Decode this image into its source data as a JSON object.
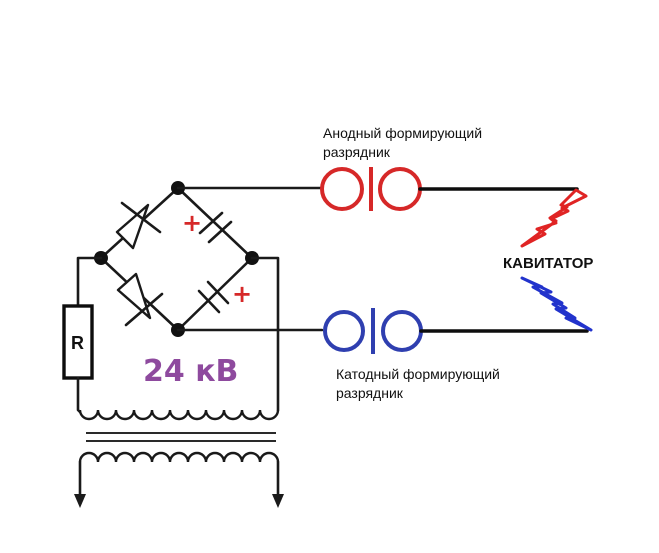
{
  "labels": {
    "anode_line1": "Анодный формирующий",
    "anode_line2": "разрядник",
    "cathode_line1": "Катодный формирующий",
    "cathode_line2": "разрядник",
    "cavitator": "КАВИТАТОР",
    "resistor": "R",
    "voltage": "24 кВ",
    "plus_upper": "+",
    "plus_lower": "+"
  },
  "colors": {
    "anode_gap": "#d62828",
    "cathode_gap": "#2f3fb0",
    "anode_spark": "#e02424",
    "cathode_spark": "#2233cc",
    "voltage_text": "#8e4a9e",
    "wire": "#1a1a1a"
  }
}
